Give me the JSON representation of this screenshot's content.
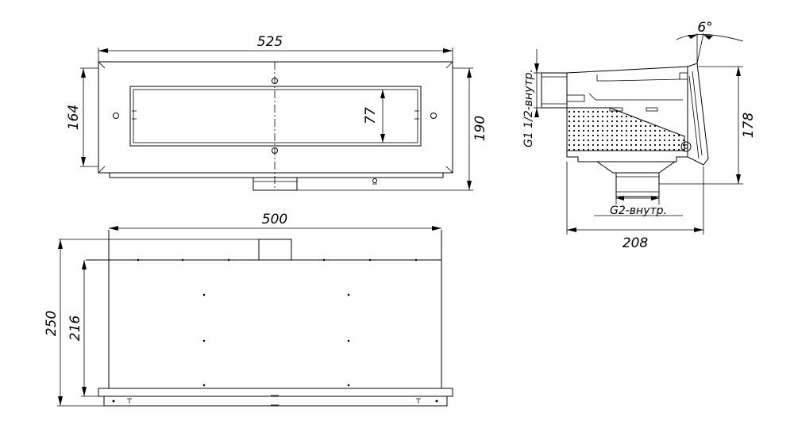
{
  "drawing": {
    "top_view": {
      "width": "525",
      "height_outer": "190",
      "height_inner": "164",
      "slot": "77"
    },
    "front_view": {
      "width": "500",
      "height_outer": "250",
      "height_inner": "216"
    },
    "side_view": {
      "angle": "6°",
      "inlet": "G1 1/2-внутр.",
      "outlet": "G2-внутр.",
      "height": "178",
      "depth": "208"
    }
  },
  "colors": {
    "line": "#000000",
    "background": "#ffffff"
  }
}
